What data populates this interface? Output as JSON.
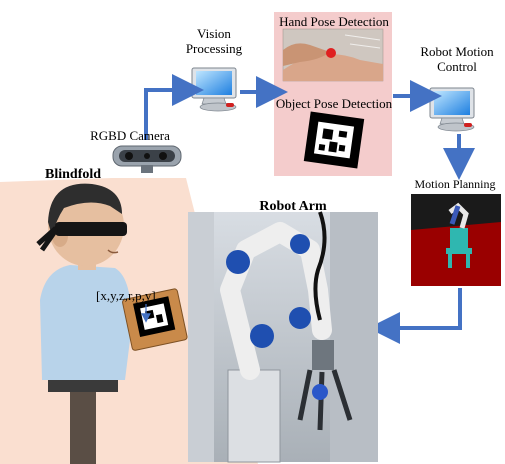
{
  "labels": {
    "vision_processing": [
      "Vision",
      "Processing"
    ],
    "hand_pose_detection": "Hand Pose Detection",
    "object_pose_detection": "Object Pose Detection",
    "robot_motion_control": [
      "Robot Motion",
      "Control"
    ],
    "rgbd_camera": "RGBD Camera",
    "blindfold": "Blindfold",
    "robot_arm": "Robot Arm",
    "motion_planning": "Motion Planning",
    "pose_vector": "[x,y,z,r,p,y]"
  },
  "colors": {
    "arrow": "#4472c4",
    "detection_panel": "#f4cccc",
    "camera_beam": "#f9dccb",
    "sim_floor": "#9a0000"
  },
  "icons": [
    "computer-icon",
    "camera-icon",
    "fiducial-marker-icon"
  ]
}
